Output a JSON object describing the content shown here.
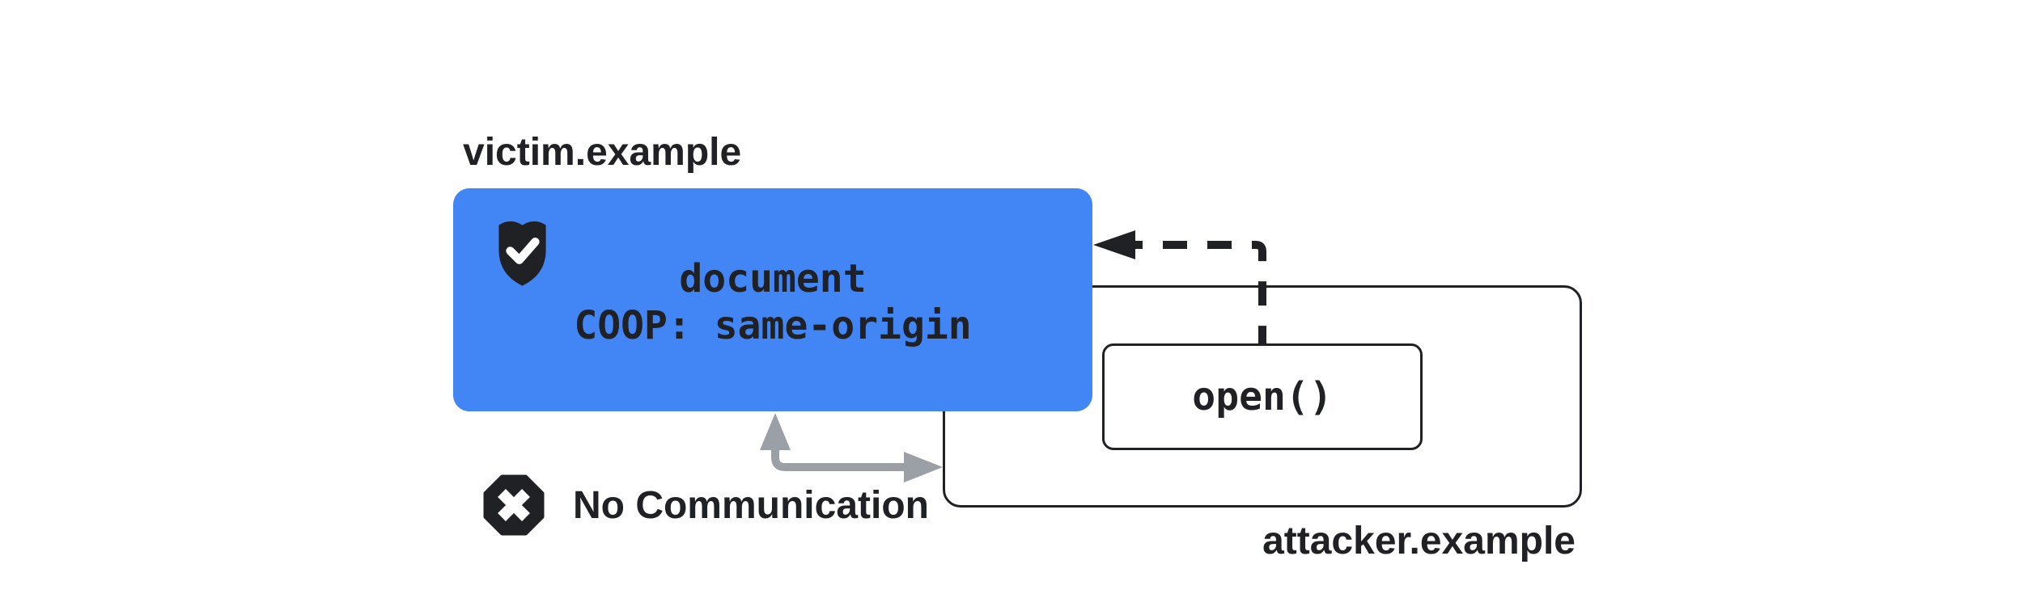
{
  "victim": {
    "label": "victim.example",
    "doc_line1": "document",
    "doc_line2": "COOP: same-origin"
  },
  "attacker": {
    "label": "attacker.example",
    "open_label": "open()"
  },
  "status": {
    "no_communication": "No Communication"
  },
  "icons": {
    "shield": "shield-check-icon",
    "blocked": "octagon-x-icon",
    "open_arrow": "dashed-open-arrow",
    "blocked_arrow": "gray-elbow-arrow"
  },
  "colors": {
    "victim_blue": "#4285F4",
    "stroke_dark": "#202124",
    "arrow_gray": "#9AA0A6",
    "background": "#FFFFFF"
  }
}
